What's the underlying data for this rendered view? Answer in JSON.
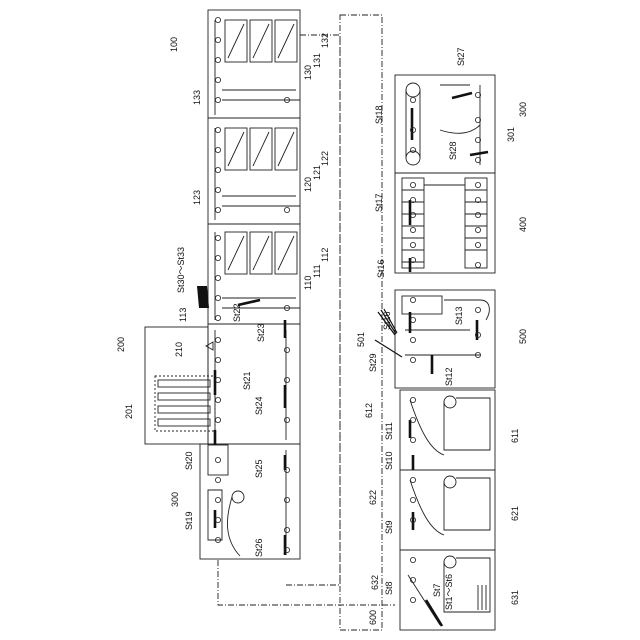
{
  "colors": {
    "line": "#222222",
    "sensor": "#111111",
    "background": "#ffffff"
  },
  "labels": {
    "ref_100": "100",
    "ref_110": "110",
    "ref_111": "111",
    "ref_112": "112",
    "ref_113": "113",
    "ref_120": "120",
    "ref_121": "121",
    "ref_122": "122",
    "ref_123": "123",
    "ref_130": "130",
    "ref_131": "131",
    "ref_132": "132",
    "ref_133": "133",
    "ref_200": "200",
    "ref_201": "201",
    "ref_210": "210",
    "ref_300_left": "300",
    "ref_300_right": "300",
    "ref_301": "301",
    "ref_400": "400",
    "ref_500": "500",
    "ref_501": "501",
    "ref_600": "600",
    "ref_611": "611",
    "ref_612": "612",
    "ref_621": "621",
    "ref_622": "622",
    "ref_631": "631",
    "ref_632": "632",
    "st1_st6": "St1～St6",
    "st7": "St7",
    "st8": "St8",
    "st9": "St9",
    "st10": "St10",
    "st11": "St11",
    "st12": "St12",
    "st13": "St13",
    "st16a": "St16",
    "st16b": "St16",
    "st17": "St17",
    "st18": "St18",
    "st19": "St19",
    "st20": "St20",
    "st21": "St21",
    "st22": "St22",
    "st23": "St23",
    "st24": "St24",
    "st25": "St25",
    "st26": "St26",
    "st27": "St27",
    "st28": "St28",
    "st29": "St29",
    "st30_st33": "St30～St33"
  }
}
